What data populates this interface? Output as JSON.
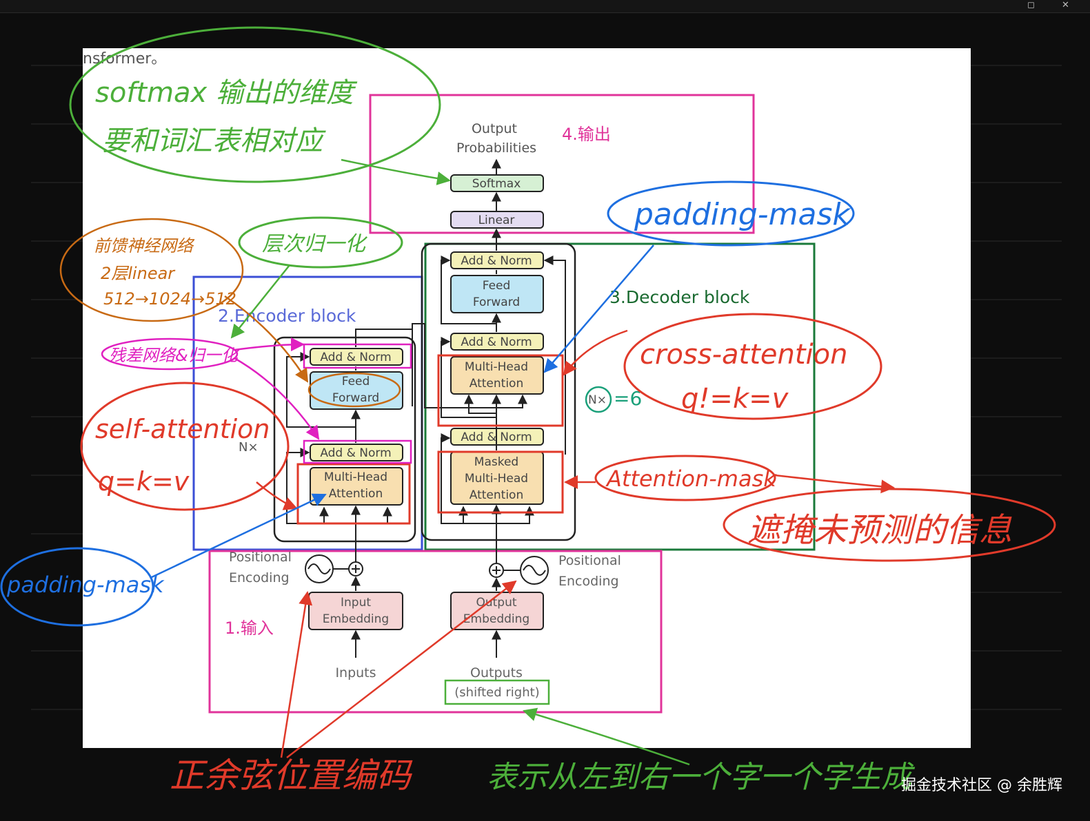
{
  "header_fragment": "nsformer。",
  "window_controls": {
    "restore": "◻",
    "close": "✕"
  },
  "sections": {
    "input": "1.输入",
    "encoder": "2.Encoder block",
    "decoder": "3.Decoder block",
    "output": "4.输出"
  },
  "blocks": {
    "output_probabilities": [
      "Output",
      "Probabilities"
    ],
    "softmax": "Softmax",
    "linear": "Linear",
    "add_norm": "Add & Norm",
    "feed_forward": [
      "Feed",
      "Forward"
    ],
    "multi_head_attention": [
      "Multi-Head",
      "Attention"
    ],
    "masked_multi_head_attention": [
      "Masked",
      "Multi-Head",
      "Attention"
    ],
    "positional_encoding": [
      "Positional",
      "Encoding"
    ],
    "input_embedding": [
      "Input",
      "Embedding"
    ],
    "output_embedding": [
      "Output",
      "Embedding"
    ],
    "inputs": "Inputs",
    "outputs": [
      "Outputs",
      "(shifted right)"
    ],
    "nx": "N×"
  },
  "annotations": {
    "softmax_note": [
      "softmax 输出的维度",
      "要和词汇表相对应"
    ],
    "ffn_note": [
      "前馈神经网络",
      "2层linear",
      "512→1024→512"
    ],
    "layer_norm": "层次归一化",
    "residual": "残差网络&归一化",
    "self_attention": [
      "self-attention",
      "q=k=v"
    ],
    "padding_mask_top": "padding-mask",
    "padding_mask_left": "padding-mask",
    "cross_attention": [
      "cross-attention",
      "q!=k=v"
    ],
    "n_eq": "=6",
    "attention_mask": "Attention-mask",
    "mask_future": "遮掩未预测的信息",
    "sinusoid_pe": "正余弦位置编码",
    "left_to_right": "表示从左到右一个字一个字生成"
  },
  "watermark": "掘金技术社区 @ 余胜辉",
  "colors": {
    "output_box": "#e0339a",
    "decoder_box": "#1a7a3a",
    "encoder_box": "#3b4fd6",
    "input_box": "#e0339a",
    "annotation_red": "#e03a2a",
    "annotation_green": "#4caf3a",
    "annotation_blue": "#1e6fe0",
    "annotation_orange": "#c86a14",
    "annotation_magenta": "#e020c0",
    "add_norm_fill": "#f4f1b8",
    "ffn_fill": "#bfe6f5",
    "attn_fill": "#f8dfb0",
    "embed_fill": "#f5d5d5",
    "linear_fill": "#e4dcf2",
    "softmax_fill": "#d6f0d4"
  }
}
